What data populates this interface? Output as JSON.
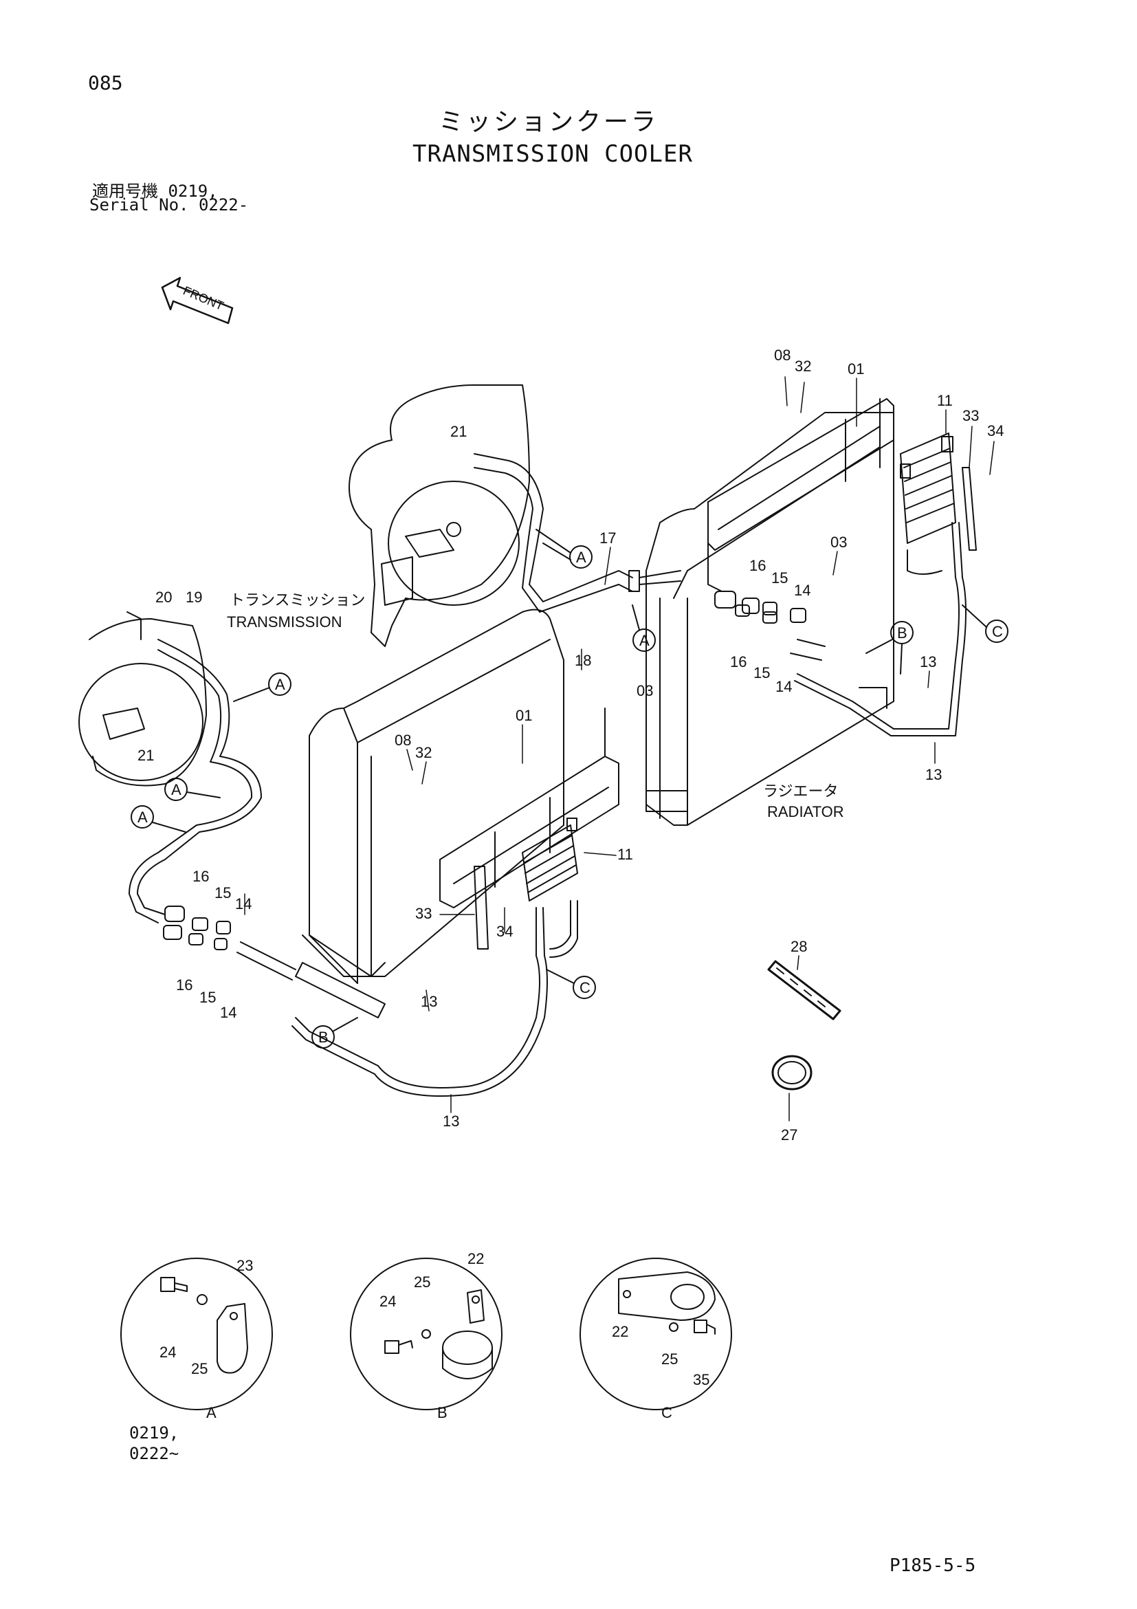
{
  "page": {
    "page_number": "085",
    "title_jp": "ミッションクーラ",
    "title_en": "TRANSMISSION COOLER",
    "serial_line1": "適用号機  0219,",
    "serial_line2": "Serial No. 0222-",
    "bottom_serial_line1": "0219,",
    "bottom_serial_line2": "0222~",
    "page_code": "P185-5-5",
    "front_label": "FRONT"
  },
  "labels": {
    "transmission_jp": "トランスミッション",
    "transmission_en": "TRANSMISSION",
    "radiator_jp": "ラジエータ",
    "radiator_en": "RADIATOR"
  },
  "part_numbers": {
    "p01": "01",
    "p03": "03",
    "p08": "08",
    "p11": "11",
    "p13": "13",
    "p14": "14",
    "p15": "15",
    "p16": "16",
    "p17": "17",
    "p18": "18",
    "p19": "19",
    "p20": "20",
    "p21": "21",
    "p22": "22",
    "p23": "23",
    "p24": "24",
    "p25": "25",
    "p27": "27",
    "p28": "28",
    "p32": "32",
    "p33": "33",
    "p34": "34",
    "p35": "35"
  },
  "callouts": {
    "a": "A",
    "b": "B",
    "c": "C"
  },
  "detail_views": {
    "a": "A",
    "b": "B",
    "c": "C"
  }
}
